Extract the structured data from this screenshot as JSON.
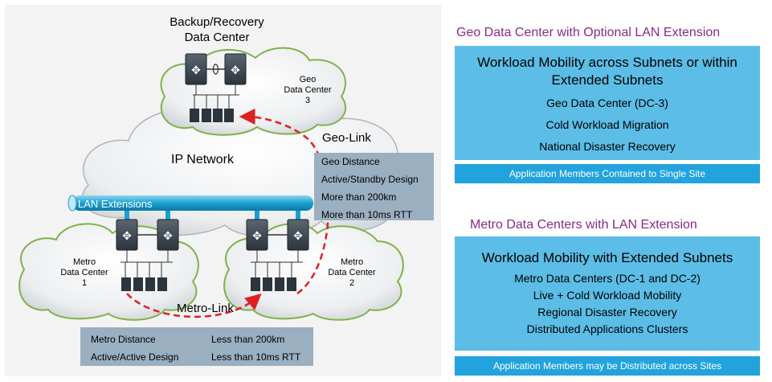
{
  "left": {
    "backup_dc": [
      "Backup/Recovery",
      "Data Center"
    ],
    "geo_dc": [
      "Geo",
      "Data Center",
      "3"
    ],
    "geo_link": "Geo-Link",
    "ip_network": "IP Network",
    "lan_extensions": "LAN Extensions",
    "metro_dc1": [
      "Metro",
      "Data Center",
      "1"
    ],
    "metro_dc2": [
      "Metro",
      "Data Center",
      "2"
    ],
    "metro_link": "Metro-Link",
    "geo_info": [
      "Geo Distance",
      "Active/Standby Design",
      "More than 200km",
      "More than 10ms RTT"
    ],
    "metro_info": {
      "col1": [
        "Metro Distance",
        "Active/Active Design"
      ],
      "col2": [
        "Less than 200km",
        "Less than 10ms RTT"
      ]
    }
  },
  "geo_panel": {
    "title": "Geo Data Center with Optional LAN Extension",
    "heading": [
      "Workload Mobility across Subnets or within",
      "Extended Subnets"
    ],
    "items": [
      "Geo Data Center (DC-3)",
      "Cold Workload Migration",
      "National Disaster Recovery"
    ],
    "footer": "Application Members Contained to Single Site"
  },
  "metro_panel": {
    "title": "Metro Data Centers with LAN Extension",
    "heading": "Workload Mobility with Extended Subnets",
    "items": [
      "Metro Data Centers (DC-1 and DC-2)",
      "Live + Cold Workload Mobility",
      "Regional Disaster Recovery",
      "Distributed Applications Clusters"
    ],
    "footer": "Application Members may be Distributed across Sites"
  },
  "colors": {
    "panel_title": "#8a2a8a",
    "panel_box": "#5cbde6",
    "panel_strip": "#22a3dd",
    "info_box": "#9aafc0",
    "link_arrow": "#e02020",
    "lan_pipe": "#1aa0d0"
  }
}
